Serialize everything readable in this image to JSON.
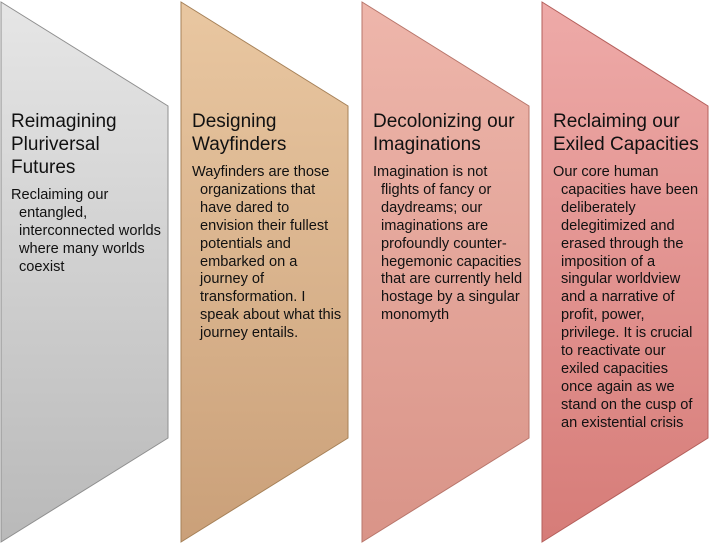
{
  "diagram": {
    "panels": [
      {
        "title": "Reimagining Pluriversal Futures",
        "body": "Reclaiming our entangled, interconnected worlds where many worlds coexist",
        "color_light": "#e6e6e6",
        "color_dark": "#b9b9b9"
      },
      {
        "title": "Designing Wayfinders",
        "body": "Wayfinders are those organizations that have dared to envision their fullest potentials and embarked on a journey of transformation. I speak about what this journey entails.",
        "color_light": "#e9c7a1",
        "color_dark": "#caa079"
      },
      {
        "title": "Decolonizing our Imaginations",
        "body": "Imagination is not flights of fancy or daydreams; our imaginations are profoundly counter-hegemonic capacities that are currently held hostage by a singular monomyth",
        "color_light": "#eeb6ab",
        "color_dark": "#d99488"
      },
      {
        "title": "Reclaiming our Exiled Capacities",
        "body": "Our core human capacities have been deliberately delegitimized and erased through the imposition of a singular worldview and a narrative of profit, power, privilege. It is crucial to reactivate our exiled capacities once again as we stand on the cusp of an existential crisis",
        "color_light": "#eeaaa8",
        "color_dark": "#d67c78"
      }
    ]
  }
}
